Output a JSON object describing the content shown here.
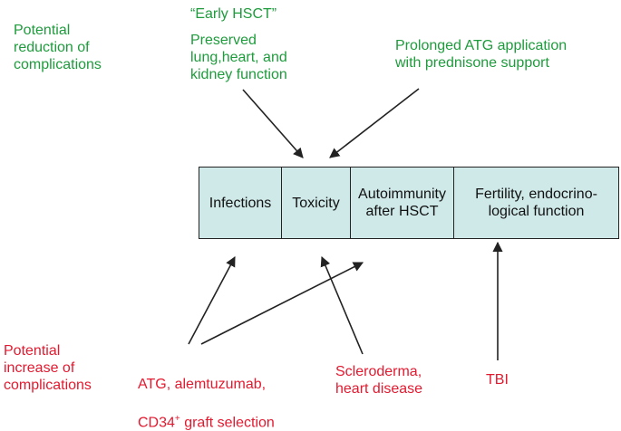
{
  "top": {
    "reduction_label": "Potential\nreduction of\ncomplications",
    "early_hsct": "“Early HSCT”",
    "preserved": "Preserved\nlung,heart, and\nkidney function",
    "atg_prolonged": "Prolonged ATG application\nwith prednisone support"
  },
  "bar": {
    "cells": [
      "Infections",
      "Toxicity",
      "Autoimmunity\nafter HSCT",
      "Fertility, endocrino-\nlogical function"
    ]
  },
  "bottom": {
    "increase_label": "Potential\nincrease of\ncomplications",
    "atg_line1": "ATG, alemtuzumab,",
    "atg_line2_main": "CD34",
    "atg_line2_sup": "+",
    "atg_line2_rest": " graft selection",
    "scleroderma": "Scleroderma,\nheart disease",
    "tbi": "TBI"
  },
  "colors": {
    "benefit": "#1e9b3c",
    "risk": "#e3192f",
    "box_fill": "#cfe8e8"
  }
}
